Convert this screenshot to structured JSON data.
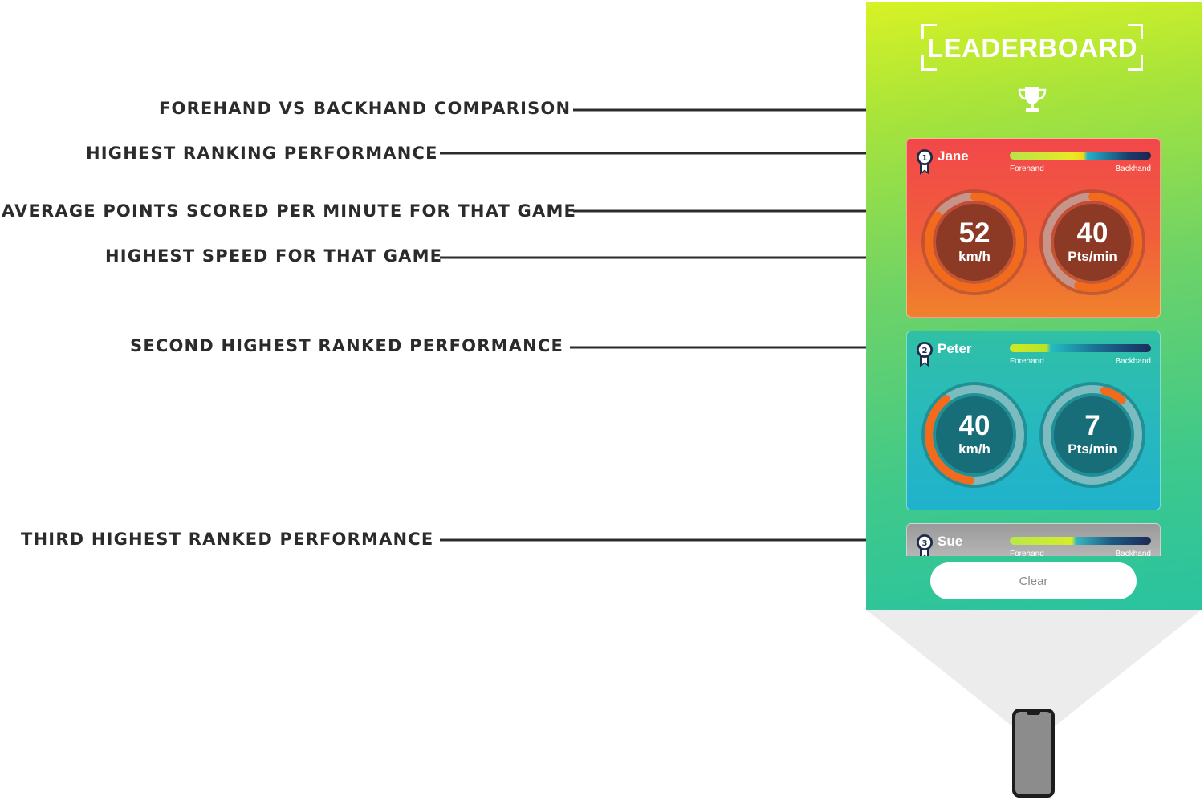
{
  "callouts": {
    "forehand_backhand": "FOREHAND VS BACKHAND COMPARISON",
    "highest_ranking": "HIGHEST RANKING PERFORMANCE",
    "avg_points": "AVERAGE POINTS SCORED PER MINUTE FOR THAT GAME",
    "highest_speed": "HIGHEST SPEED FOR THAT GAME",
    "second_ranked": "SECOND HIGHEST RANKED PERFORMANCE",
    "third_ranked": "THIRD HIGHEST RANKED PERFORMANCE"
  },
  "leaderboard": {
    "title": "LEADERBOARD",
    "clear_label": "Clear",
    "forehand_label": "Forehand",
    "backhand_label": "Backhand",
    "entries": [
      {
        "rank": "1",
        "name": "Jane",
        "speed_value": "52",
        "speed_unit": "km/h",
        "points_value": "40",
        "points_unit": "Pts/min",
        "speed_fill": 0.85,
        "points_fill": 0.55,
        "forehand_share": 0.52
      },
      {
        "rank": "2",
        "name": "Peter",
        "speed_value": "40",
        "speed_unit": "km/h",
        "points_value": "7",
        "points_unit": "Pts/min",
        "speed_fill": 0.38,
        "points_fill": 0.07,
        "forehand_share": 0.28
      },
      {
        "rank": "3",
        "name": "Sue",
        "forehand_share": 0.46
      }
    ]
  },
  "colors": {
    "panel_top": "#d8f225",
    "panel_bottom": "#29c3a0",
    "card_1": "#f05f3a",
    "card_2": "#27b8bf",
    "card_3": "#a8a8a8",
    "gauge_arc": "#f26a1b",
    "callout_text": "#2b2b2b"
  },
  "icons": {
    "trophy": "trophy-icon",
    "rank_badge": "ribbon-badge-icon",
    "device": "phone-icon"
  }
}
